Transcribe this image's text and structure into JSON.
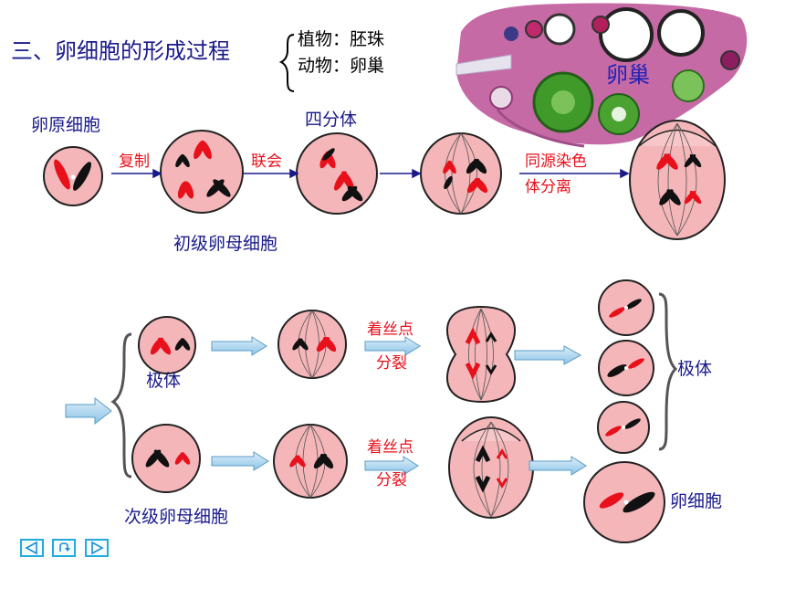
{
  "title": "三、卵细胞的形成过程",
  "sources": {
    "plant": "植物：胚珠",
    "animal": "动物：卵巢"
  },
  "ovary_label": "卵巢",
  "row1": {
    "oogonium": "卵原细胞",
    "tetrad": "四分体",
    "primary_oocyte": "初级卵母细胞",
    "step_replication": "复制",
    "step_synapsis": "联会",
    "step_separation_line1": "同源染色",
    "step_separation_line2": "体分离"
  },
  "row2": {
    "polar_body_small": "极体",
    "centromere_split_top_1": "着丝点",
    "centromere_split_top_2": "分裂",
    "centromere_split_bot_1": "着丝点",
    "centromere_split_bot_2": "分裂",
    "polar_bodies": "极体",
    "egg_cell": "卵细胞",
    "secondary_oocyte": "次级卵母细胞"
  },
  "nav": {
    "prev_icon": "left-triangle-icon",
    "return_icon": "return-icon",
    "next_icon": "right-triangle-icon"
  },
  "colors": {
    "text_blue": "#1a1a8c",
    "text_red": "#e8101a",
    "cell_fill": "#f4b6b9",
    "ovary_fill": "#c66aa6"
  }
}
